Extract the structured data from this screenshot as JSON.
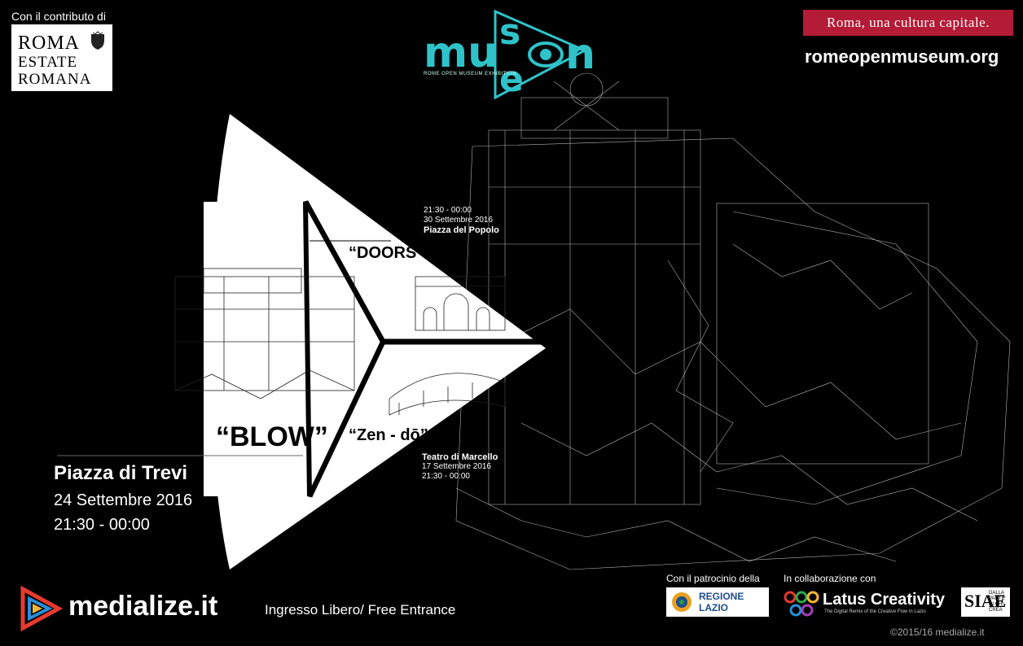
{
  "header": {
    "contrib_label": "Con il contributo di",
    "roma_logo": {
      "line1": "ROMA",
      "line2": "ESTATE",
      "line3": "ROMANA"
    },
    "museon": {
      "subtitle": "ROME OPEN MUSEUM EXHIBITION"
    },
    "banner": "Roma, una cultura capitale.",
    "url": "romeopenmuseum.org"
  },
  "panels": {
    "doors": {
      "title": "“DOORS”",
      "time": "21:30 - 00:00",
      "date": "30 Settembre 2016",
      "place": "Piazza del Popolo"
    },
    "zen": {
      "title": "“Zen - dō”",
      "place": "Teatro di Marcello",
      "date": "17 Settembre 2016",
      "time": "21:30 - 00:00"
    },
    "blow": {
      "title": "“BLOW”"
    }
  },
  "event": {
    "place": "Piazza di Trevi",
    "date": "24 Settembre 2016",
    "time": "21:30 - 00:00"
  },
  "footer": {
    "medialize": "medialize.it",
    "entrance": "Ingresso Libero/ Free Entrance",
    "patrocinio_label": "Con il patrocinio della",
    "regione": {
      "line1": "REGIONE",
      "line2": "LAZIO"
    },
    "collab_label": "In collaborazione con",
    "latus": "Latus Creativity",
    "latus_sub": "The Digital Remix of the Creative Flow in Lazio",
    "siae": {
      "big": "SIAE",
      "small": "DALLA PARTE DI CHI CREA"
    },
    "copyright": "©2015/16 medialize.it"
  },
  "colors": {
    "background": "#000000",
    "accent_teal": "#2fc3c9",
    "banner_red": "#b31b36"
  },
  "icons": [
    "roma-shield-icon",
    "museon-eye-icon",
    "medialize-play-icon",
    "regione-lazio-icon",
    "latus-circles-icon"
  ]
}
